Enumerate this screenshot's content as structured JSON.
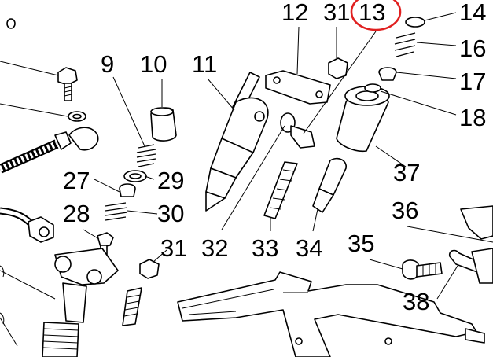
{
  "diagram": {
    "callouts": {
      "c9": "9",
      "c10": "10",
      "c11": "11",
      "c12": "12",
      "c31a": "31",
      "c13": "13",
      "c14": "14",
      "c16": "16",
      "c17": "17",
      "c18": "18",
      "c27": "27",
      "c29": "29",
      "c28": "28",
      "c30": "30",
      "c31b": "31",
      "c32": "32",
      "c33": "33",
      "c34": "34",
      "c35": "35",
      "c36": "36",
      "c37": "37",
      "c38": "38"
    },
    "highlight_color": "#e02020"
  }
}
